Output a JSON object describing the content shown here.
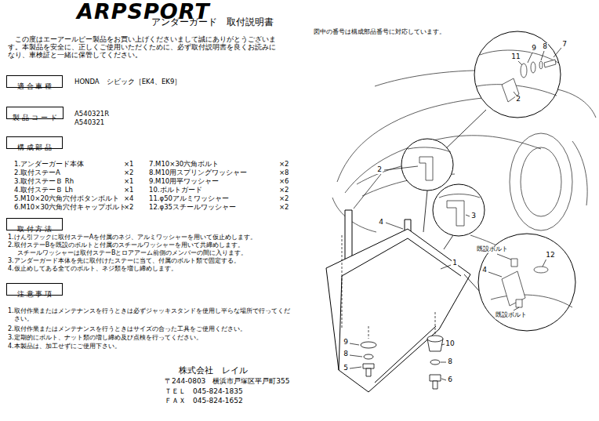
{
  "diagram": {
    "title": "アンダーガード　取付説明書",
    "nodes": [
      {
        "text": [
          "適 合 車 種"
        ]
      },
      {
        "text": [
          "製 品 コ ー ド"
        ]
      },
      {
        "text": [
          "構 成 部 品"
        ]
      },
      {
        "text": [
          "取 付 方 法"
        ]
      },
      {
        "text": [
          "注 意 事 項"
        ]
      }
    ],
    "labels": [
      "ARPSPORT",
      "図中の番号は構成部品番号に対応しています。",
      "この度はエーアールピー製品をお買い上げくださいまして誠にありがとうございます。本製品を安全に、正しくご使用いただくために、必ず取付説明書を良くお読みになり、車検証と一緒に保管してください。",
      "HONDA　シビック［EK4、EK9］",
      "A540321R",
      "A540321",
      "1.アンダーガード本体",
      "×1",
      "7.M10×30六角ボルト",
      "×2",
      "2.取付ステーA",
      "×2",
      "8.M10用スプリングワッシャー",
      "×8",
      "3.取付ステーＢ Rh",
      "×1",
      "9.M10用平ワッシャー",
      "×6",
      "4.取付ステーＢ Lh",
      "×1",
      "10.ボルトガード",
      "×2",
      "5.M10×20六角穴付ボタンボルト",
      "×4",
      "11.φ50アルミワッシャー",
      "×2",
      "6.M10×30六角穴付キャップボルト",
      "×2",
      "12.φ35スチールワッシャー",
      "×2",
      "1.けん引フックに取付ステーAを付属のネジ、アルミワッシャーを用いて仮止めします。",
      "2.取付ステーBを既設のボルトと付属のスチールワッシャーを用いて共締めします。",
      "スチールワッシャーは取付ステーBとロアアーム前側のメンバーの間に入ります。",
      "3.アンダーガード本体を先に取付けたステーに当て、付属のボルト類で固定する。",
      "4.仮止めしてある全てのボルト、ネジ類を増し締めします。",
      "1.取付作業またはメンテナンスを行うときは必ずジャッキスタンドを使用し平らな場所で行ってください。",
      "2.取付作業またはメンテナンスを行うときはサイズの合った工具をご使用ください。",
      "3.定期的にボルト、ナット類の増し締め及び点検を行ってください。",
      "4.本製品は、加工せずにご使用下さい。",
      "株式会社　レイル",
      "〒244-0803　横浜市戸塚区平戸町355",
      "ＴＥＬ　045-824-1835",
      "ＦＡＸ　045-824-1652",
      "9",
      "8",
      "7",
      "11",
      "2",
      "2",
      "3",
      "4",
      "1",
      "既設ボルト",
      "12",
      "4",
      "既設ボルト",
      "9",
      "8",
      "5",
      "10",
      "8",
      "6"
    ]
  }
}
